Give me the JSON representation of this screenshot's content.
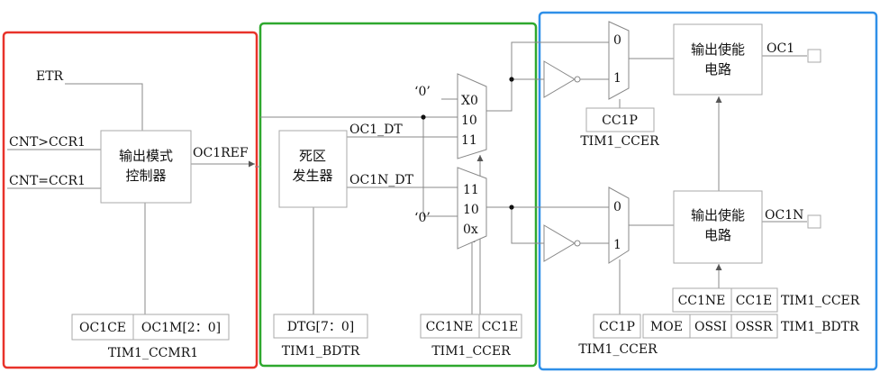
{
  "colors": {
    "region_mode": "#e8322a",
    "region_deadtime": "#2ea82e",
    "region_output": "#2f8fe8",
    "wire": "#888888"
  },
  "inputs": {
    "etr": "ETR",
    "cnt_gt": "CNT>CCR1",
    "cnt_eq": "CNT=CCR1"
  },
  "mode_ctrl": {
    "line1": "输出模式",
    "line2": "控制器",
    "output": "OC1REF"
  },
  "ccmr": {
    "ce": "OC1CE",
    "m": "OC1M[2：0]",
    "reg": "TIM1_CCMR1"
  },
  "deadtime": {
    "line1": "死区",
    "line2": "发生器",
    "out_dt": "OC1_DT",
    "out_ndt": "OC1N_DT",
    "dtg": "DTG[7：0]",
    "reg": "TIM1_BDTR"
  },
  "mux_top": {
    "zero": "‘0’",
    "x0": "X0",
    "v10": "10",
    "v11": "11"
  },
  "mux_bot": {
    "zero": "‘0’",
    "v11": "11",
    "v10": "10",
    "v0x": "0x"
  },
  "ccer_mid": {
    "ne": "CC1NE",
    "e": "CC1E",
    "reg": "TIM1_CCER"
  },
  "sel_top": {
    "s0": "0",
    "s1": "1",
    "ccp": "CC1P",
    "reg": "TIM1_CCER"
  },
  "sel_bot": {
    "s0": "0",
    "s1": "1",
    "ccp": "CC1P",
    "reg": "TIM1_CCER"
  },
  "enable_top": {
    "line1": "输出使能",
    "line2": "电路",
    "out": "OC1"
  },
  "enable_bot": {
    "line1": "输出使能",
    "line2": "电路",
    "out": "OC1N"
  },
  "ccer_right": {
    "ne": "CC1NE",
    "e": "CC1E",
    "reg": "TIM1_CCER"
  },
  "bdtr_right": {
    "moe": "MOE",
    "ossi": "OSSI",
    "ossr": "OSSR",
    "reg": "TIM1_BDTR"
  }
}
